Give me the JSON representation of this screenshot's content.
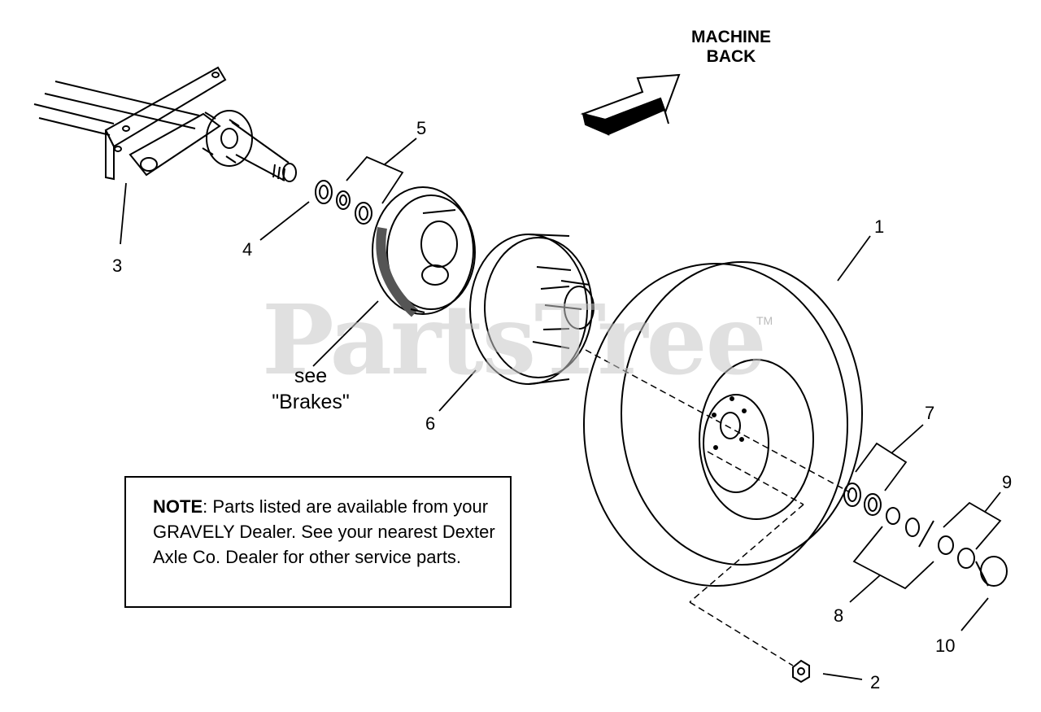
{
  "heading": {
    "line1": "MACHINE",
    "line2": "BACK"
  },
  "callouts": {
    "c1": "1",
    "c2": "2",
    "c3": "3",
    "c4": "4",
    "c5": "5",
    "c6": "6",
    "c7": "7",
    "c8": "8",
    "c9": "9",
    "c10": "10"
  },
  "see_brakes": {
    "line1": "see",
    "line2": "\"Brakes\""
  },
  "note": {
    "label": "NOTE",
    "text": ": Parts listed are available from your GRAVELY Dealer. See your nearest Dexter Axle Co. Dealer for other service parts."
  },
  "watermark": {
    "text": "PartsTree",
    "trademark": "TM"
  },
  "colors": {
    "ink": "#000000",
    "paper": "#ffffff",
    "watermark": "#c8c8c8"
  }
}
